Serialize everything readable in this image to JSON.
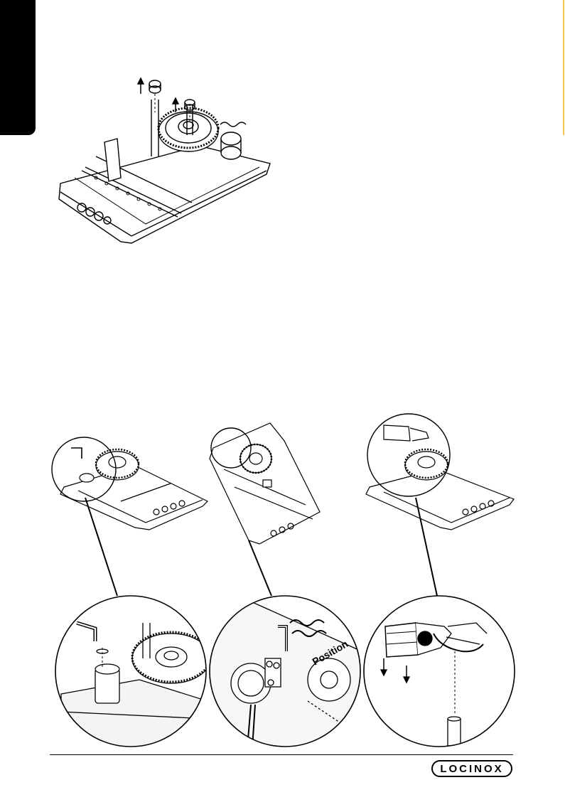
{
  "brand": {
    "logo_text": "LOCINOX"
  },
  "figures": {
    "top": {
      "icon": "base-plate-gear-assembly"
    },
    "bottom_left": {
      "icon": "allen-key-screw-removal"
    },
    "bottom_middle": {
      "icon": "switch-mount-screw",
      "gear_label": "Position"
    },
    "bottom_right": {
      "icon": "switch-bracket-removal"
    }
  },
  "colors": {
    "tab": "#000000",
    "accent_rule": "#f5c84c",
    "line": "#000000"
  }
}
